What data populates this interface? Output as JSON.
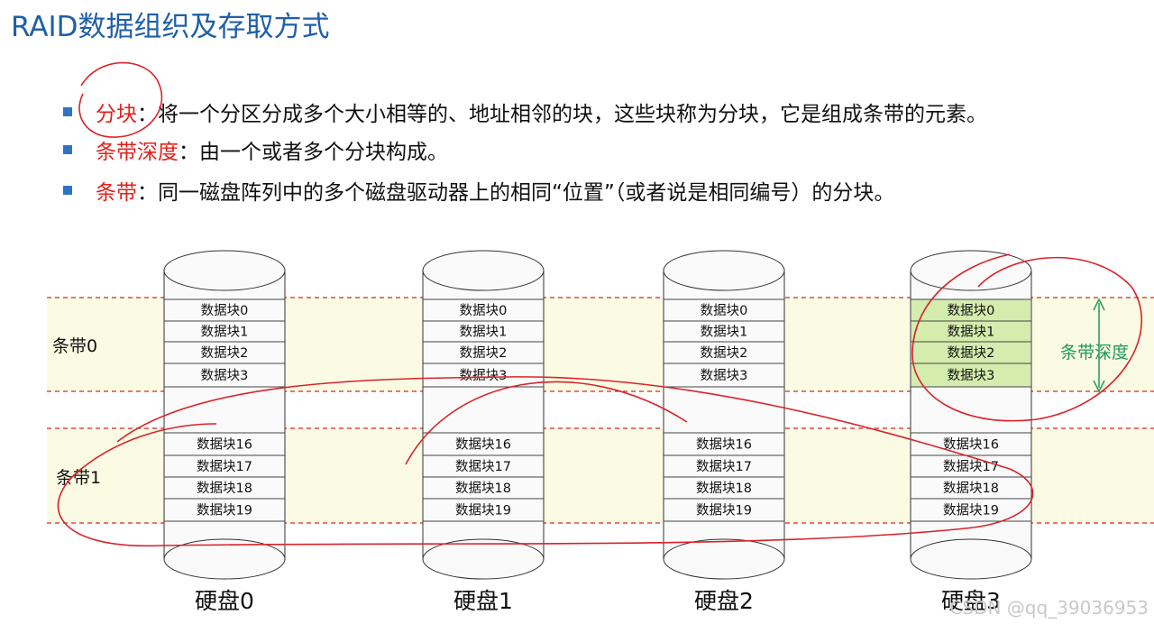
{
  "title": "RAID数据组织及存取方式",
  "bullets": [
    {
      "term": "分块",
      "colon": "：",
      "desc": "将一个分区分成多个大小相等的、地址相邻的块，这些块称为分块，它是组成条带的元素。"
    },
    {
      "term": "条带深度",
      "colon": "：",
      "desc": "由一个或者多个分块构成。"
    },
    {
      "term": "条带",
      "colon": "：",
      "desc": "同一磁盘阵列中的多个磁盘驱动器上的相同“位置”（或者说是相同编号）的分块。"
    }
  ],
  "stripe_labels": [
    "条带0",
    "条带1"
  ],
  "disks": [
    {
      "label": "硬盘0",
      "blocks_top": [
        "数据块0",
        "数据块1",
        "数据块2",
        "数据块3"
      ],
      "blocks_bottom": [
        "数据块16",
        "数据块17",
        "数据块18",
        "数据块19"
      ]
    },
    {
      "label": "硬盘1",
      "blocks_top": [
        "数据块0",
        "数据块1",
        "数据块2",
        "数据块3"
      ],
      "blocks_bottom": [
        "数据块16",
        "数据块17",
        "数据块18",
        "数据块19"
      ]
    },
    {
      "label": "硬盘2",
      "blocks_top": [
        "数据块0",
        "数据块1",
        "数据块2",
        "数据块3"
      ],
      "blocks_bottom": [
        "数据块16",
        "数据块17",
        "数据块18",
        "数据块19"
      ]
    },
    {
      "label": "硬盘3",
      "blocks_top": [
        "数据块0",
        "数据块1",
        "数据块2",
        "数据块3"
      ],
      "blocks_bottom": [
        "数据块16",
        "数据块17",
        "数据块18",
        "数据块19"
      ]
    }
  ],
  "depth_label": "条带深度",
  "watermark": "CSDN @qq_39036953",
  "colors": {
    "title": "#1f5fa8",
    "term": "#e3201b",
    "bullet": "#2e74c4",
    "stripe_band": "#fbfbe4",
    "stripe_line": "#d9232a",
    "highlight": "#d4ecad",
    "depth": "#1f9a5a",
    "annotation": "#d9232a"
  }
}
